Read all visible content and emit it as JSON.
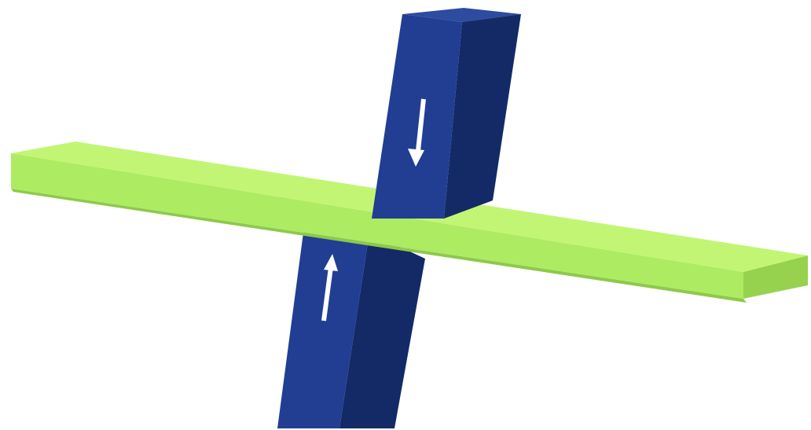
{
  "diagram": {
    "colors": {
      "background": "#ffffff",
      "bar_top": "#c3f575",
      "bar_front": "#adeb63",
      "bar_end": "#97d24f",
      "bar_underside": "#8fc84a",
      "block_front": "#213e93",
      "block_side": "#142a66",
      "block_top": "#2d4ba0",
      "arrow": "#ffffff"
    },
    "elements": {
      "bar": {
        "name": "horizontal-bar"
      },
      "upper_block": {
        "name": "upper-block",
        "arrow_direction": "down"
      },
      "lower_block": {
        "name": "lower-block",
        "arrow_direction": "up"
      }
    }
  }
}
